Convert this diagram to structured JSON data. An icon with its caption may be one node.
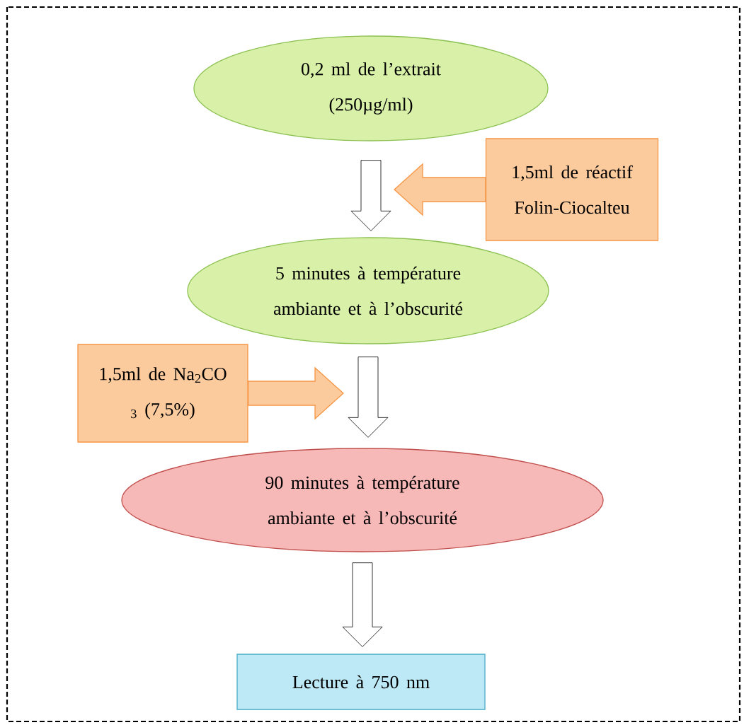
{
  "diagram": {
    "nodes": [
      {
        "text": [
          "0,2 ml de l’extrait (250µg/ml)"
        ]
      },
      {
        "text": [
          "1,5ml de réactif Folin-Ciocalteu"
        ]
      },
      {
        "text": [
          "5 minutes à température ambiante et à l’obscurité"
        ]
      },
      {
        "text": [
          "1,5ml de Na$_{2}$CO $_{3}$ (7,5%)"
        ]
      },
      {
        "text": [
          "90 minutes à température ambiante et à l’obscurité"
        ]
      },
      {
        "text": [
          "Lecture à 750 nm"
        ]
      }
    ],
    "edges": [
      {
        "from": 0,
        "to": 2,
        "arrow": "to"
      },
      {
        "from": 1,
        "to": null,
        "arrow": "to"
      },
      {
        "from": 3,
        "to": null,
        "arrow": "to"
      },
      {
        "from": 2,
        "to": 4,
        "arrow": "to"
      },
      {
        "from": 4,
        "to": 5,
        "arrow": "to"
      }
    ]
  }
}
